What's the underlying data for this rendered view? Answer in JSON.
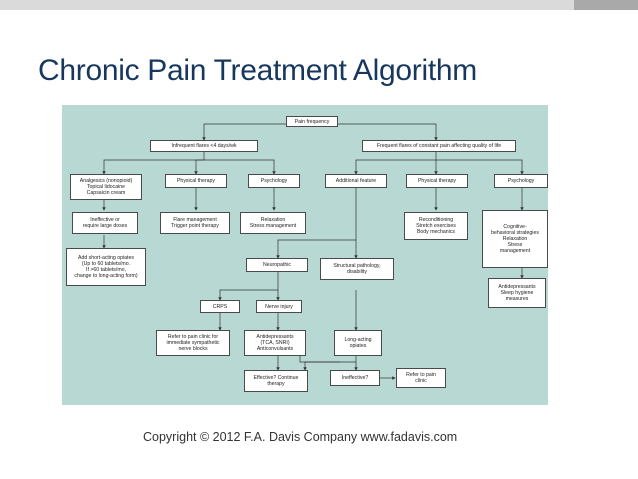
{
  "slide": {
    "title": "Chronic Pain Treatment Algorithm",
    "caption": "Copyright © 2012   F.A. Davis Company   www.fadavis.com"
  },
  "colors": {
    "panel": "#b8d8d4",
    "title": "#17375e",
    "box_border": "#4a4a4a",
    "line": "#333333"
  },
  "diagram": {
    "nodes": {
      "pain_frequency": "Pain frequency",
      "infrequent": "Infrequent flares <4 days/wk",
      "frequent": "Frequent flares of constant pain affecting quality of life",
      "analgesics": "Analgesics (nonopioid)\nTopical lidocaine\nCapsaicin cream",
      "pt_left": "Physical therapy",
      "psych_left": "Psychology",
      "additional": "Additional feature",
      "pt_right": "Physical therapy",
      "psych_right": "Psychology",
      "ineffective_left": "Ineffective or\nrequire large doses",
      "flare_mgmt": "Flare management\nTrigger point therapy",
      "relaxation_left": "Relaxation\nStress management",
      "reconditioning": "Reconditioning\nStretch exercises\nBody mechanics",
      "cbt": "Cognitive-\nbehavioral strategies\nRelaxation\nStress\nmanagement",
      "short_opiates": "Add short-acting opiates\n(Up to 60 tablets/mo.\nIf >60 tablets/mo,\nchange to long-acting form)",
      "neuropathic": "Neuropathic",
      "structural": "Structural pathology,\ndisability",
      "antidepressants_sleep": "Antidepressants\nSleep hygiene\nmeasures",
      "crps": "CRPS",
      "nerve_injury": "Nerve injury",
      "pain_clinic_symp": "Refer to pain clinic for\nimmediate sympathetic\nnerve blocks",
      "antidepressants_tca": "Antidepressants\n(TCA, SNRI)\nAnticonvulsants",
      "long_opiates": "Long-acting\nopiates",
      "effective": "Effective? Continue\ntherapy",
      "ineffective_q": "Ineffective?",
      "refer_clinic": "Refer to pain\nclinic"
    }
  }
}
